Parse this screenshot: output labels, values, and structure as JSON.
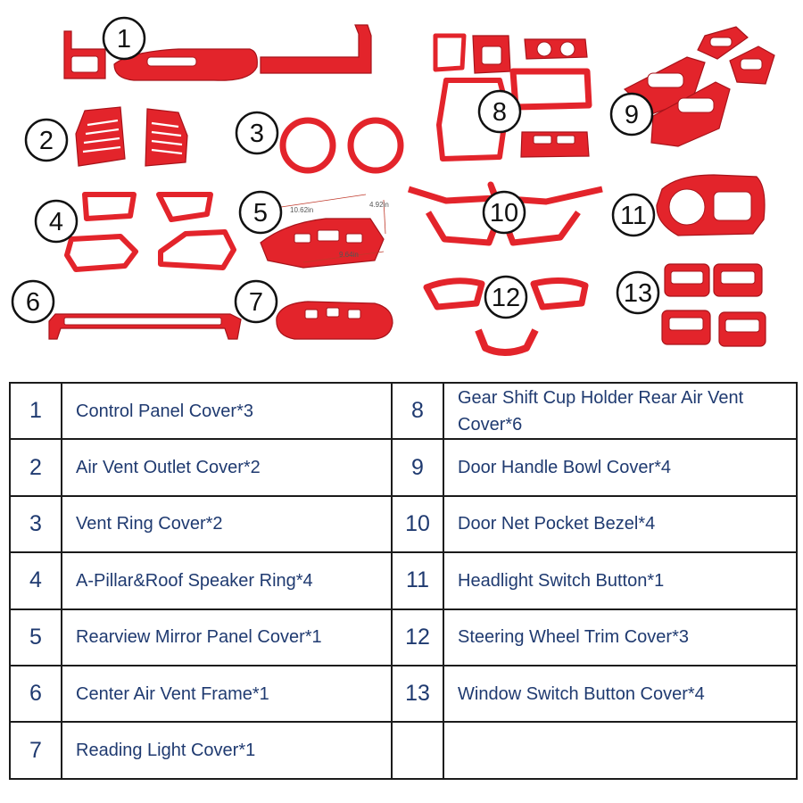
{
  "items": [
    {
      "num": "1",
      "name": "Control Panel Cover*3"
    },
    {
      "num": "2",
      "name": "Air Vent Outlet Cover*2"
    },
    {
      "num": "3",
      "name": "Vent Ring Cover*2"
    },
    {
      "num": "4",
      "name": "A-Pillar&Roof Speaker Ring*4"
    },
    {
      "num": "5",
      "name": "Rearview Mirror Panel Cover*1"
    },
    {
      "num": "6",
      "name": "Center Air Vent Frame*1"
    },
    {
      "num": "7",
      "name": "Reading Light Cover*1"
    },
    {
      "num": "8",
      "name": "Gear Shift Cup Holder Rear Air Vent Cover*6"
    },
    {
      "num": "9",
      "name": "Door Handle Bowl Cover*4"
    },
    {
      "num": "10",
      "name": "Door Net Pocket Bezel*4"
    },
    {
      "num": "11",
      "name": "Headlight Switch Button*1"
    },
    {
      "num": "12",
      "name": "Steering Wheel Trim Cover*3"
    },
    {
      "num": "13",
      "name": "Window Switch Button Cover*4"
    }
  ],
  "dimensions": {
    "width": "10.62in",
    "height": "4.92in",
    "bottom": "9.64in"
  },
  "colors": {
    "part_red": "#e3242b",
    "table_text": "#1f3a70",
    "border": "#1b1b1b"
  }
}
